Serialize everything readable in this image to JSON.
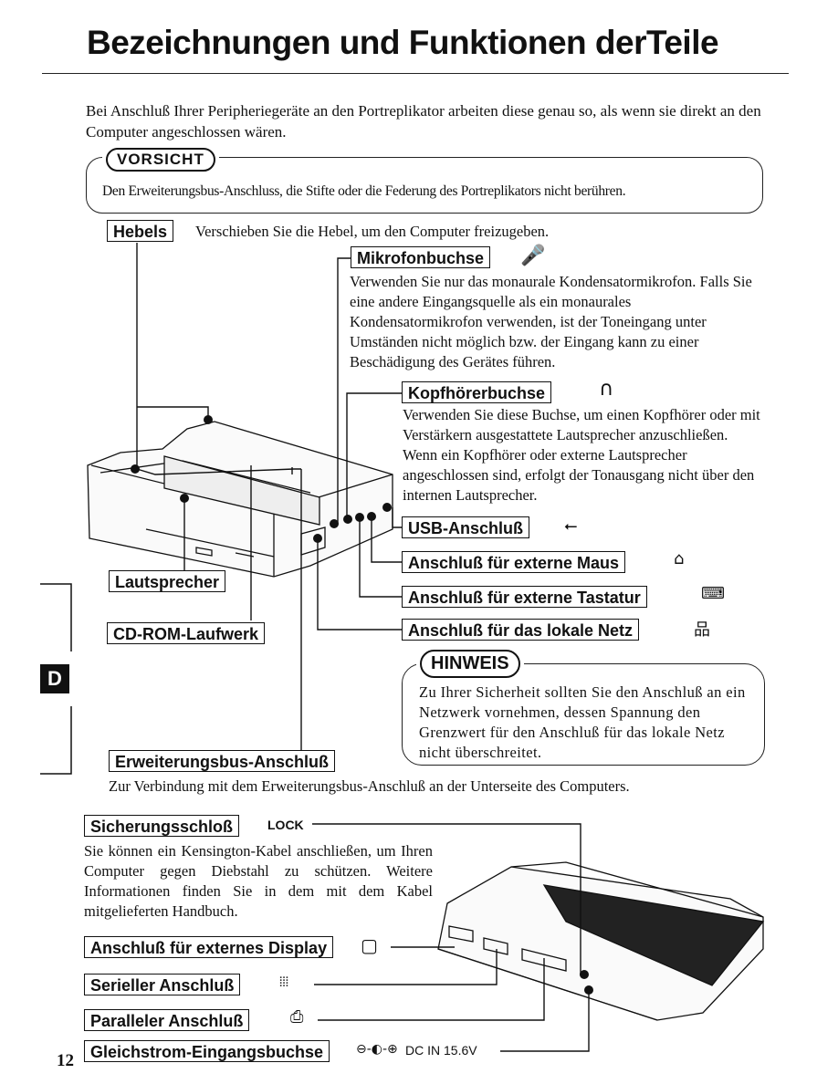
{
  "title": "Bezeichnungen und Funktionen derTeile",
  "intro": "Bei Anschluß Ihrer Peripheriegeräte an den Portreplikator arbeiten diese genau so, als wenn sie direkt an den Computer angeschlossen wären.",
  "caution": {
    "badge": "VORSICHT",
    "text": "Den Erweiterungsbus-Anschluss, die Stifte oder die Federung des Portreplikators nicht berühren."
  },
  "parts": {
    "hebels": {
      "label": "Hebels",
      "desc": "Verschieben Sie die Hebel, um den Computer freizugeben."
    },
    "mikrofon": {
      "label": "Mikrofonbuchse",
      "icon": "microphone-icon",
      "desc": "Verwenden Sie nur das monaurale Kondensatormikrofon. Falls Sie eine andere Eingangsquelle als ein monaurales Kondensatormikrofon verwenden, ist der Toneingang unter Umständen nicht möglich bzw. der Eingang kann zu einer Beschädigung des Gerätes führen."
    },
    "kopfhoerer": {
      "label": "Kopfhörerbuchse",
      "icon": "headphone-icon",
      "desc": "Verwenden Sie diese Buchse, um einen Kopfhörer oder mit Verstärkern ausgestattete Lautsprecher anzuschließen. Wenn ein Kopfhörer oder externe Lautsprecher angeschlossen sind, erfolgt der Tonausgang nicht über den internen Lautsprecher."
    },
    "usb": {
      "label": "USB-Anschluß",
      "icon": "usb-icon"
    },
    "maus": {
      "label": "Anschluß für externe Maus",
      "icon": "mouse-icon"
    },
    "tastatur": {
      "label": "Anschluß für externe Tastatur",
      "icon": "keyboard-icon"
    },
    "netz": {
      "label": "Anschluß für das lokale Netz",
      "icon": "network-icon"
    },
    "lautsprecher": {
      "label": "Lautsprecher"
    },
    "cdrom": {
      "label": "CD-ROM-Laufwerk"
    },
    "erweiterung": {
      "label": "Erweiterungsbus-Anschluß",
      "desc": "Zur Verbindung mit dem Erweiterungsbus-Anschluß an der Unterseite des Computers."
    },
    "sicherung": {
      "label": "Sicherungsschloß",
      "tag": "LOCK",
      "desc": "Sie können ein Kensington-Kabel anschließen, um Ihren Computer gegen Diebstahl zu schützen. Weitere Informationen finden Sie in dem mit dem Kabel mitgelieferten Handbuch."
    },
    "display": {
      "label": "Anschluß für externes Display",
      "icon": "monitor-icon"
    },
    "seriell": {
      "label": "Serieller Anschluß",
      "icon": "serial-port-icon"
    },
    "parallel": {
      "label": "Paralleler Anschluß",
      "icon": "printer-icon"
    },
    "dc": {
      "label": "Gleichstrom-Eingangsbuchse",
      "tag": "DC IN 15.6V",
      "icon": "polarity-icon"
    }
  },
  "note": {
    "badge": "HINWEIS",
    "text": "Zu Ihrer Sicherheit sollten Sie den Anschluß an ein Netzwerk vornehmen, dessen Spannung den Grenzwert für den Anschluß für das lokale Netz nicht überschreitet."
  },
  "side_tab": "D",
  "page_number": "12"
}
